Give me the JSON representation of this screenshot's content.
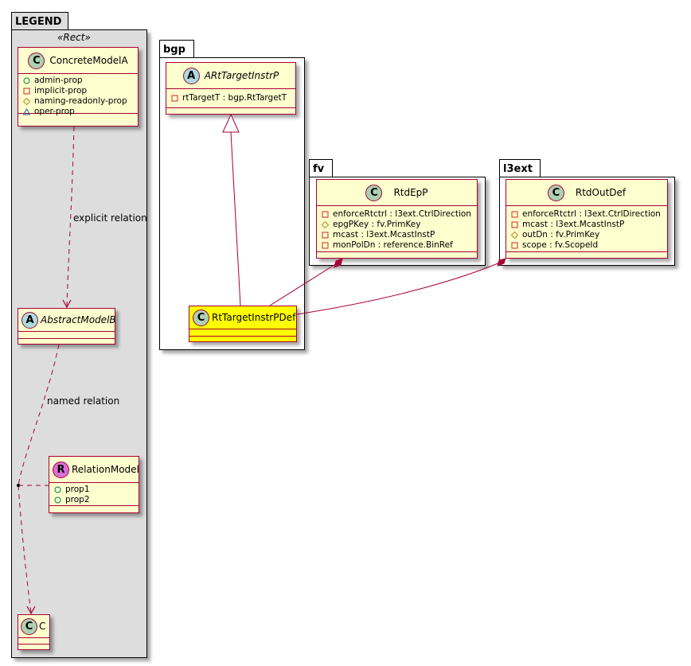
{
  "packages": {
    "legend": {
      "name": "LEGEND",
      "stereotype": "«Rect»"
    },
    "bgp": {
      "name": "bgp"
    },
    "fv": {
      "name": "fv"
    },
    "l3ext": {
      "name": "l3ext"
    }
  },
  "classes": {
    "concrete_model_a": {
      "badge": "C",
      "name": "ConcreteModelA",
      "attributes": [
        {
          "visibility": "public",
          "text": "admin-prop"
        },
        {
          "visibility": "private",
          "text": "implicit-prop"
        },
        {
          "visibility": "protected",
          "text": "naming-readonly-prop"
        },
        {
          "visibility": "package",
          "text": "oper-prop"
        }
      ]
    },
    "abstract_model_b": {
      "badge": "A",
      "name": "AbstractModelB"
    },
    "relation_model": {
      "badge": "R",
      "name": "RelationModel",
      "attributes": [
        {
          "visibility": "public",
          "text": "prop1"
        },
        {
          "visibility": "public",
          "text": "prop2"
        }
      ]
    },
    "c": {
      "badge": "C",
      "name": "C"
    },
    "art_target_instr_p": {
      "badge": "A",
      "name": "ARtTargetInstrP",
      "attributes": [
        {
          "visibility": "private",
          "text": "rtTargetT : bgp.RtTargetT"
        }
      ]
    },
    "rt_target_instr_p_def": {
      "badge": "C",
      "name": "RtTargetInstrPDef"
    },
    "rtd_ep_p": {
      "badge": "C",
      "name": "RtdEpP",
      "attributes": [
        {
          "visibility": "private",
          "text": "enforceRtctrl : l3ext.CtrlDirection"
        },
        {
          "visibility": "protected",
          "text": "epgPKey : fv.PrimKey"
        },
        {
          "visibility": "private",
          "text": "mcast : l3ext.McastInstP"
        },
        {
          "visibility": "private",
          "text": "monPolDn : reference.BinRef"
        }
      ]
    },
    "rtd_out_def": {
      "badge": "C",
      "name": "RtdOutDef",
      "attributes": [
        {
          "visibility": "private",
          "text": "enforceRtctrl : l3ext.CtrlDirection"
        },
        {
          "visibility": "private",
          "text": "mcast : l3ext.McastInstP"
        },
        {
          "visibility": "protected",
          "text": "outDn : fv.PrimKey"
        },
        {
          "visibility": "private",
          "text": "scope : fv.ScopeId"
        }
      ]
    }
  },
  "relations": [
    {
      "from": "ConcreteModelA",
      "to": "AbstractModelB",
      "type": "dependency",
      "label": "explicit relation"
    },
    {
      "from": "AbstractModelB",
      "to": "C",
      "type": "dependency",
      "label": "named relation",
      "association_class": "RelationModel"
    },
    {
      "from": "RtTargetInstrPDef",
      "to": "ARtTargetInstrP",
      "type": "inheritance",
      "label": ""
    },
    {
      "from": "RtdEpP",
      "to": "RtTargetInstrPDef",
      "type": "composition",
      "label": ""
    },
    {
      "from": "RtdOutDef",
      "to": "RtTargetInstrPDef",
      "type": "composition",
      "label": ""
    }
  ],
  "colors": {
    "class_fill": "#FEFECE",
    "class_border": "#A80036",
    "highlight_fill": "#FFFF00",
    "legend_fill": "#DDDDDD",
    "badge_class": "#ADD1B2",
    "badge_abstract": "#A9DCDF",
    "badge_relation": "#DA70D6",
    "vis_public": "#038048",
    "vis_private": "#C82930",
    "vis_protected": "#B38D22",
    "vis_package": "#1963A0"
  }
}
